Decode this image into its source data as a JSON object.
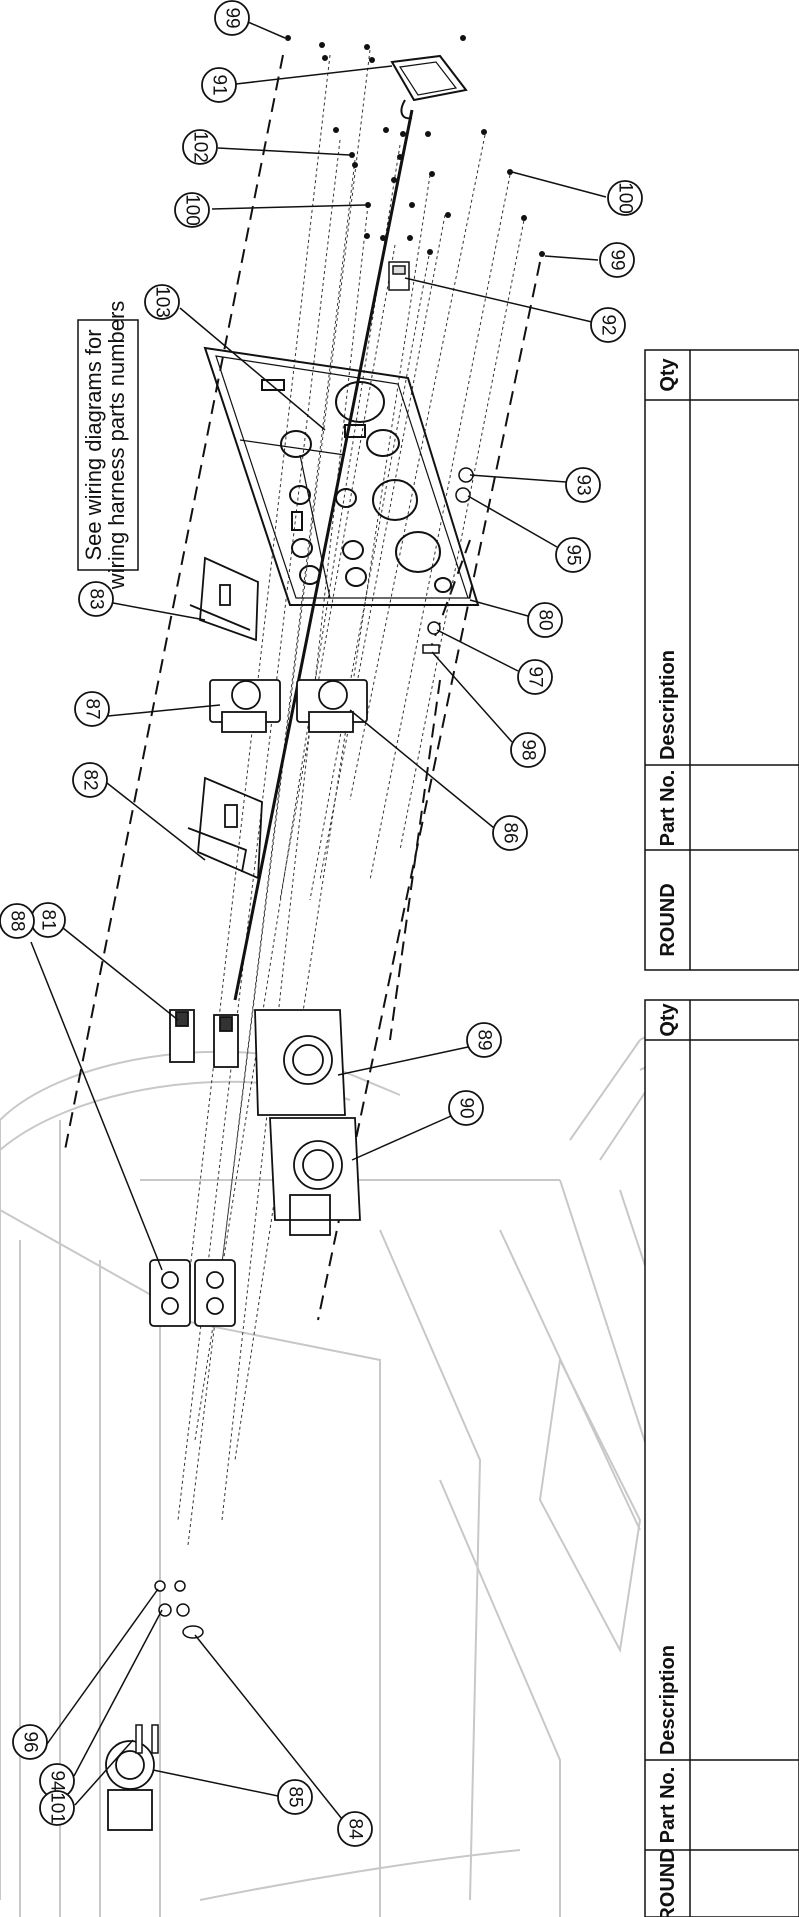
{
  "note": {
    "line1": "See wiring diagrams for",
    "line2": "wiring harness parts numbers"
  },
  "callouts": [
    {
      "id": "c99a",
      "label": "99"
    },
    {
      "id": "c91",
      "label": "91"
    },
    {
      "id": "c102",
      "label": "102"
    },
    {
      "id": "c100a",
      "label": "100"
    },
    {
      "id": "c100b",
      "label": "100"
    },
    {
      "id": "c99b",
      "label": "99"
    },
    {
      "id": "c103",
      "label": "103"
    },
    {
      "id": "c92",
      "label": "92"
    },
    {
      "id": "c93",
      "label": "93"
    },
    {
      "id": "c95",
      "label": "95"
    },
    {
      "id": "c80",
      "label": "80"
    },
    {
      "id": "c97",
      "label": "97"
    },
    {
      "id": "c98",
      "label": "98"
    },
    {
      "id": "c83",
      "label": "83"
    },
    {
      "id": "c87",
      "label": "87"
    },
    {
      "id": "c86",
      "label": "86"
    },
    {
      "id": "c82",
      "label": "82"
    },
    {
      "id": "c81",
      "label": "81"
    },
    {
      "id": "c88",
      "label": "88"
    },
    {
      "id": "c89",
      "label": "89"
    },
    {
      "id": "c90",
      "label": "90"
    },
    {
      "id": "c96",
      "label": "96"
    },
    {
      "id": "c94",
      "label": "94"
    },
    {
      "id": "c101",
      "label": "101"
    },
    {
      "id": "c85",
      "label": "85"
    },
    {
      "id": "c84",
      "label": "84"
    }
  ],
  "tables": [
    {
      "id": "t2",
      "headers": [
        "ROUND",
        "Part No.",
        "Description",
        "Qty"
      ]
    },
    {
      "id": "t1",
      "headers": [
        "ROUND",
        "Part No.",
        "Description",
        "Qty"
      ]
    }
  ]
}
